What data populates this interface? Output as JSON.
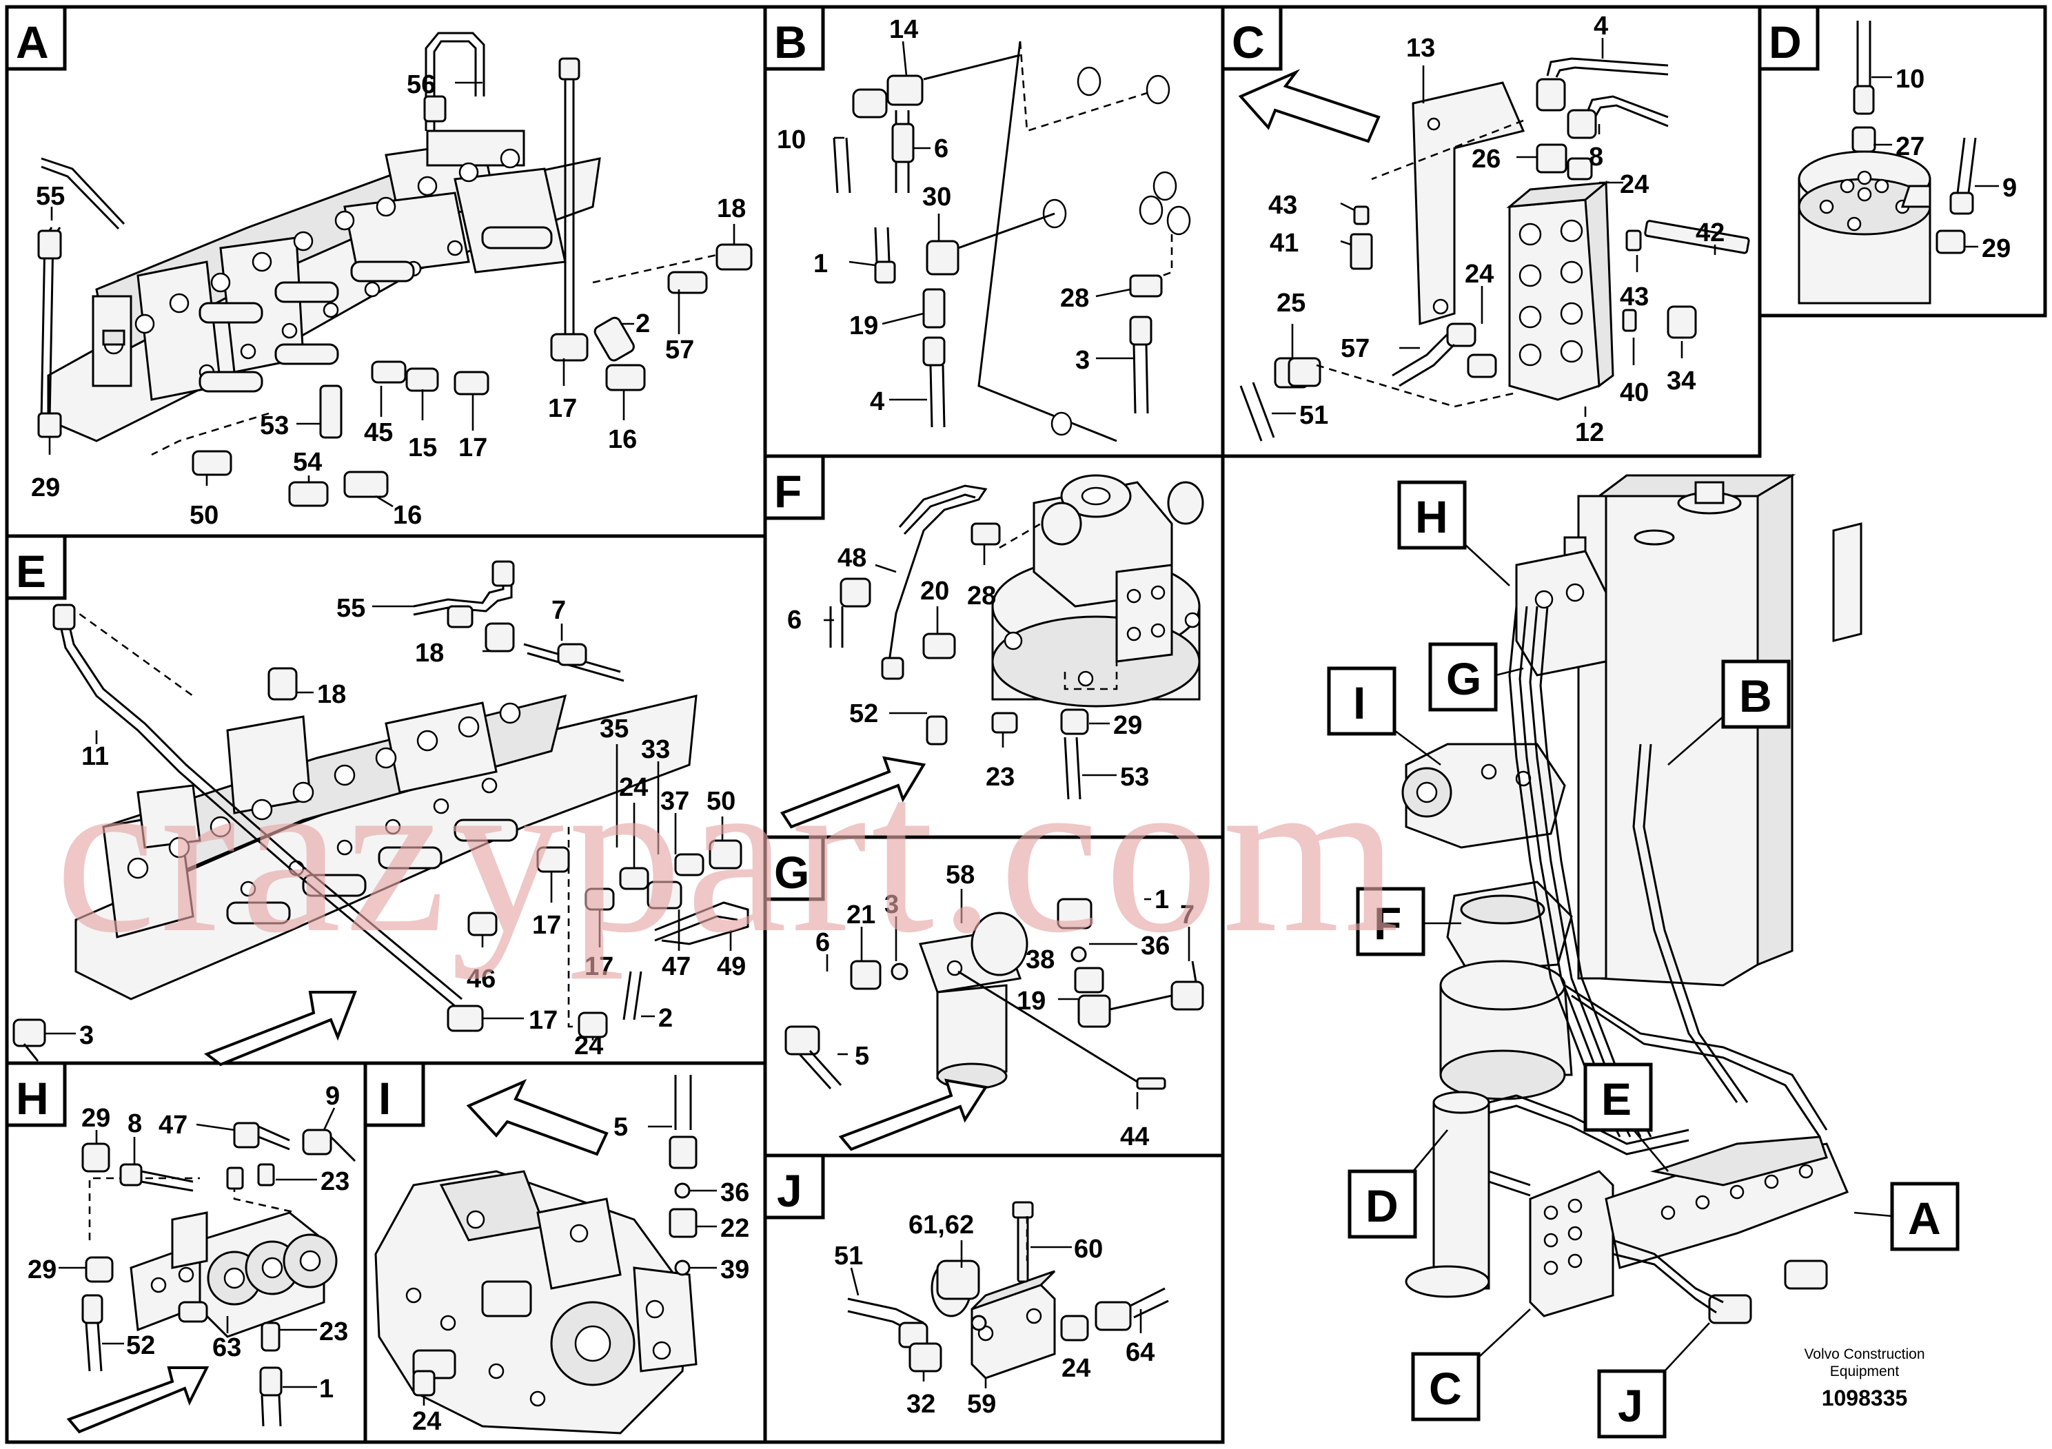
{
  "panels": {
    "A": {
      "label": "A",
      "callouts": [
        "56",
        "55",
        "18",
        "2",
        "57",
        "53",
        "45",
        "15",
        "17",
        "17",
        "16",
        "29",
        "54",
        "50",
        "16"
      ]
    },
    "B": {
      "label": "B",
      "callouts": [
        "14",
        "10",
        "6",
        "30",
        "1",
        "19",
        "28",
        "3",
        "4"
      ]
    },
    "C": {
      "label": "C",
      "callouts": [
        "13",
        "4",
        "8",
        "26",
        "24",
        "43",
        "41",
        "42",
        "24",
        "43",
        "25",
        "57",
        "40",
        "34",
        "51",
        "12"
      ]
    },
    "D": {
      "label": "D",
      "callouts": [
        "10",
        "27",
        "9",
        "29"
      ]
    },
    "E": {
      "label": "E",
      "callouts": [
        "55",
        "7",
        "18",
        "18",
        "11",
        "35",
        "33",
        "24",
        "37",
        "50",
        "17",
        "17",
        "47",
        "49",
        "46",
        "3",
        "17",
        "2",
        "24"
      ]
    },
    "F": {
      "label": "F",
      "callouts": [
        "48",
        "28",
        "6",
        "20",
        "52",
        "23",
        "29",
        "53"
      ]
    },
    "G": {
      "label": "G",
      "callouts": [
        "58",
        "21",
        "3",
        "6",
        "1",
        "36",
        "38",
        "7",
        "19",
        "5",
        "44"
      ]
    },
    "H": {
      "label": "H",
      "callouts": [
        "29",
        "8",
        "47",
        "9",
        "23",
        "29",
        "23",
        "52",
        "63",
        "1"
      ]
    },
    "I": {
      "label": "I",
      "callouts": [
        "5",
        "36",
        "22",
        "39",
        "24"
      ]
    },
    "J": {
      "label": "J",
      "callouts": [
        "51",
        "61,62",
        "60",
        "64",
        "24",
        "32",
        "59"
      ]
    }
  },
  "overview_tags": [
    "H",
    "G",
    "I",
    "B",
    "F",
    "E",
    "D",
    "A",
    "C",
    "J"
  ],
  "credit": {
    "line1": "Volvo Construction",
    "line2": "Equipment"
  },
  "document_number": "1098335",
  "watermark": "crazypart.com",
  "colors": {
    "line": "#000000",
    "background": "#ffffff",
    "watermark": "#e6a6a6"
  }
}
